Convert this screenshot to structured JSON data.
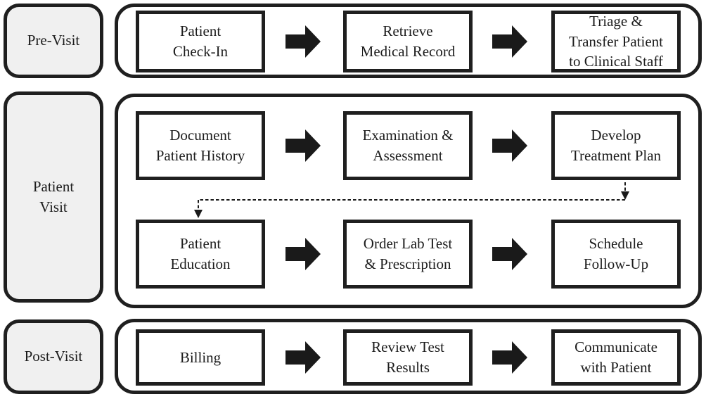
{
  "diagram": {
    "background": "#ffffff",
    "border_color": "#1f1f1f",
    "label_fill": "#f0f0f0",
    "arrow_color": "#1a1a1a",
    "phases": [
      {
        "id": "pre-visit",
        "label_lines": [
          "Pre-Visit"
        ],
        "rows": [
          {
            "steps": [
              {
                "lines": [
                  "Patient",
                  "Check-In"
                ]
              },
              {
                "lines": [
                  "Retrieve",
                  "Medical Record"
                ]
              },
              {
                "lines": [
                  "Triage &",
                  "Transfer Patient",
                  "to Clinical Staff"
                ]
              }
            ]
          }
        ]
      },
      {
        "id": "patient-visit",
        "label_lines": [
          "Patient",
          "Visit"
        ],
        "rows": [
          {
            "steps": [
              {
                "lines": [
                  "Document",
                  "Patient History"
                ]
              },
              {
                "lines": [
                  "Examination &",
                  "Assessment"
                ]
              },
              {
                "lines": [
                  "Develop",
                  "Treatment Plan"
                ]
              }
            ]
          },
          {
            "steps": [
              {
                "lines": [
                  "Patient",
                  "Education"
                ]
              },
              {
                "lines": [
                  "Order Lab Test",
                  "& Prescription"
                ]
              },
              {
                "lines": [
                  "Schedule",
                  "Follow-Up"
                ]
              }
            ]
          }
        ],
        "feedback_connector": {
          "style": "dashed",
          "from": "Develop Treatment Plan",
          "to": "Patient Education"
        }
      },
      {
        "id": "post-visit",
        "label_lines": [
          "Post-Visit"
        ],
        "rows": [
          {
            "steps": [
              {
                "lines": [
                  "Billing"
                ]
              },
              {
                "lines": [
                  "Review Test",
                  "Results"
                ]
              },
              {
                "lines": [
                  "Communicate",
                  "with Patient"
                ]
              }
            ]
          }
        ]
      }
    ]
  }
}
